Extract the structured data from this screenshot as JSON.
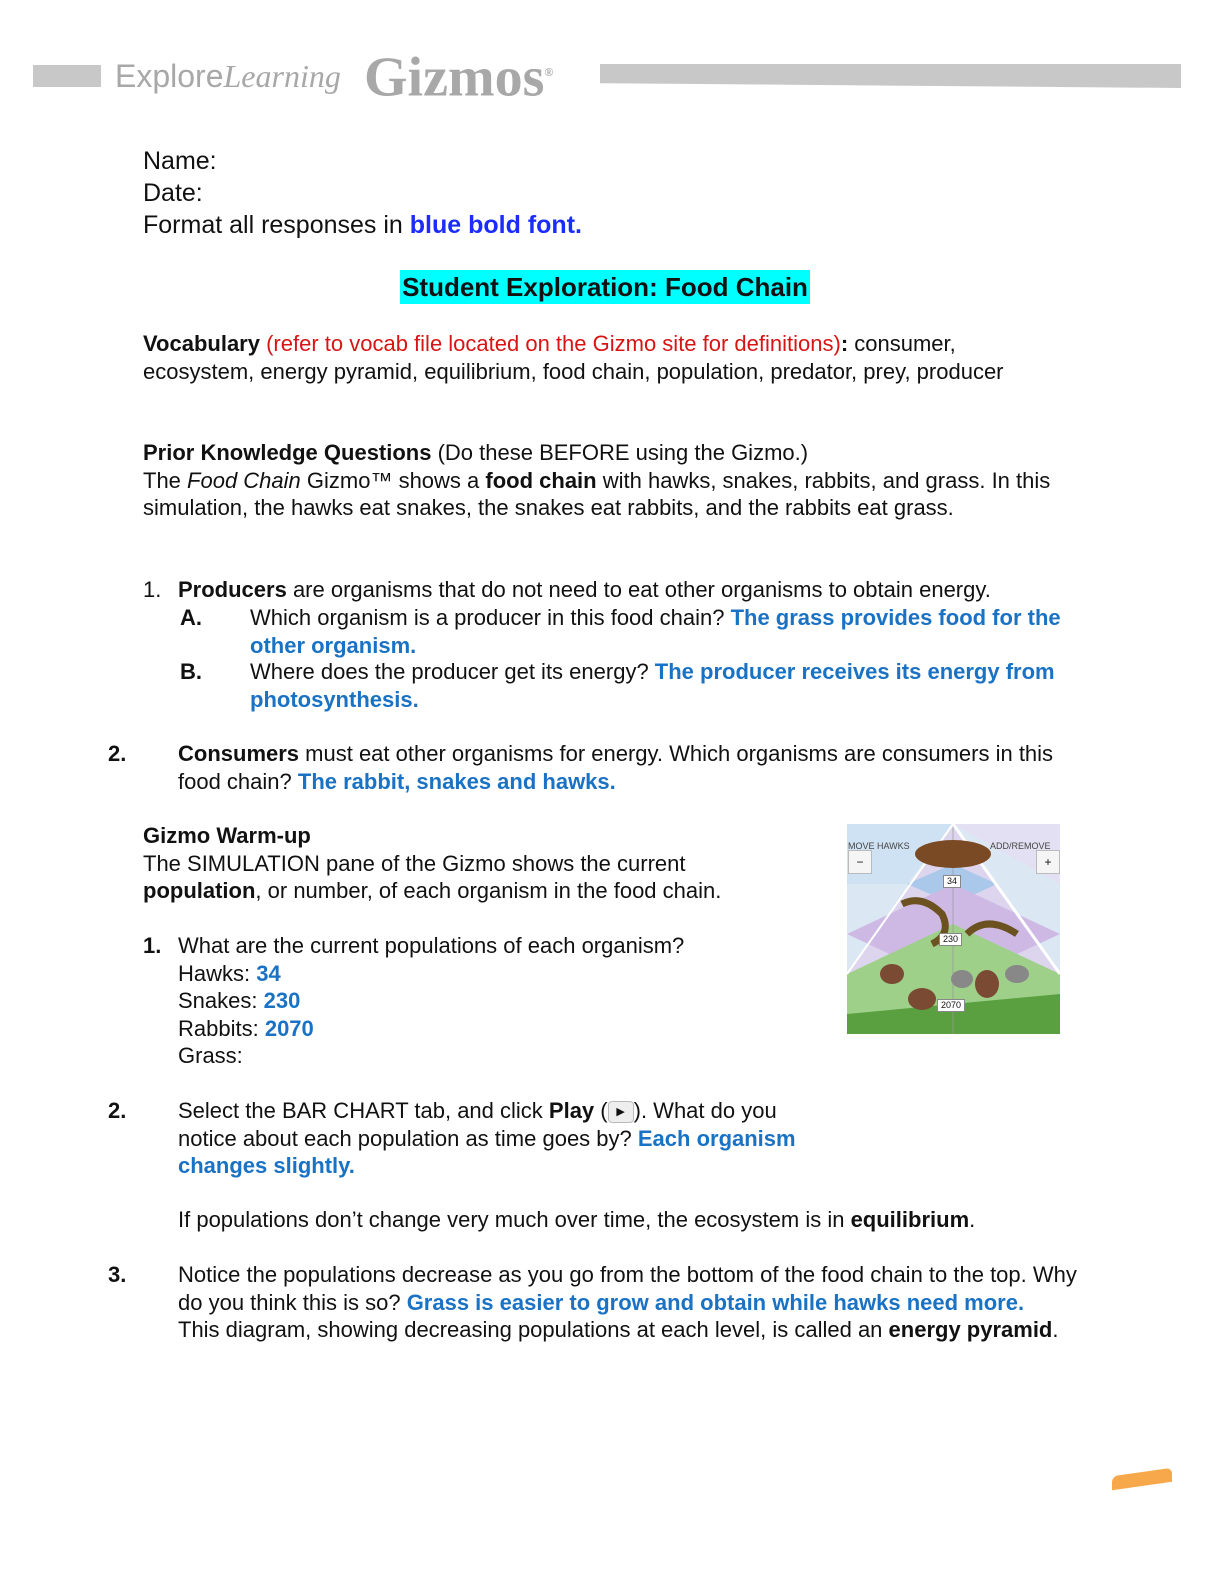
{
  "header": {
    "brand_explore": "Explore",
    "brand_learning": "Learning",
    "brand_gizmos": "Gizmos",
    "brand_reg": "®"
  },
  "name_label": "Name:",
  "date_label": "Date:",
  "format_text": "Format all responses in ",
  "format_emph": "blue bold font.",
  "title": "Student Exploration: Food Chain",
  "vocab": {
    "label": "Vocabulary",
    "note": "(refer to vocab file located on the Gizmo site for definitions)",
    "colon": ":",
    "terms": " consumer, ecosystem, energy pyramid, equilibrium, food chain, population, predator, prey, producer"
  },
  "prior": {
    "label": "Prior Knowledge Questions",
    "note": " (Do these BEFORE using the Gizmo.)",
    "p1": "The ",
    "p_italic": "Food Chain",
    "p2": " Gizmo™ shows a ",
    "p_bold": "food chain",
    "p3": " with hawks, snakes, rabbits, and grass. In this simulation, the hawks eat snakes, the snakes eat rabbits, and the rabbits eat grass."
  },
  "q1": {
    "num": "1.",
    "bold": "Producers",
    "text": " are organisms that do not need to eat other organisms to obtain energy.",
    "a": {
      "letter": "A.",
      "q": "Which organism is a producer in this food chain? ",
      "ans": "The grass provides food for the other organism."
    },
    "b": {
      "letter": "B.",
      "q": "Where does the producer get its energy? ",
      "ans": "The producer receives its energy from photosynthesis."
    }
  },
  "q2": {
    "num": "2.",
    "bold": "Consumers",
    "text": " must eat other organisms for energy. Which organisms are consumers in this food chain?  ",
    "ans": "The rabbit, snakes and hawks."
  },
  "warmup": {
    "label": "Gizmo Warm-up",
    "t1": "The SIMULATION pane of the Gizmo shows the current ",
    "bold": "population",
    "t2": ", or number, of each organism in the food chain."
  },
  "w1": {
    "num": "1.",
    "q": "What are the current populations of each organism?",
    "hawks_label": "Hawks: ",
    "hawks": "34",
    "snakes_label": "Snakes: ",
    "snakes": "230",
    "rabbits_label": "Rabbits: ",
    "rabbits": "2070",
    "grass_label": "Grass:"
  },
  "w2": {
    "num": "2.",
    "t1": "Select the BAR CHART tab, and click ",
    "bold": "Play",
    "t2": " (",
    "t3": "). What do you notice about each population as time goes by? ",
    "ans": "Each organism changes slightly.",
    "eq1": "If populations don’t change very much over time, the ecosystem is in ",
    "eq_bold": "equilibrium",
    "eq2": "."
  },
  "w3": {
    "num": "3.",
    "t1": "Notice the populations decrease as you go from the bottom of the food chain to the top. Why do you think this is so? ",
    "ans": "Grass is easier to grow and obtain while hawks need more.",
    "t2": "This diagram, showing decreasing populations at each level, is called an ",
    "bold": "energy pyramid",
    "t3": "."
  },
  "gizmo_image": {
    "move_label": "MOVE HAWKS",
    "add_label": "ADD/REMOVE",
    "minus": "−",
    "plus": "+",
    "hawks": "34",
    "snakes": "230",
    "rabbits": "2070"
  }
}
